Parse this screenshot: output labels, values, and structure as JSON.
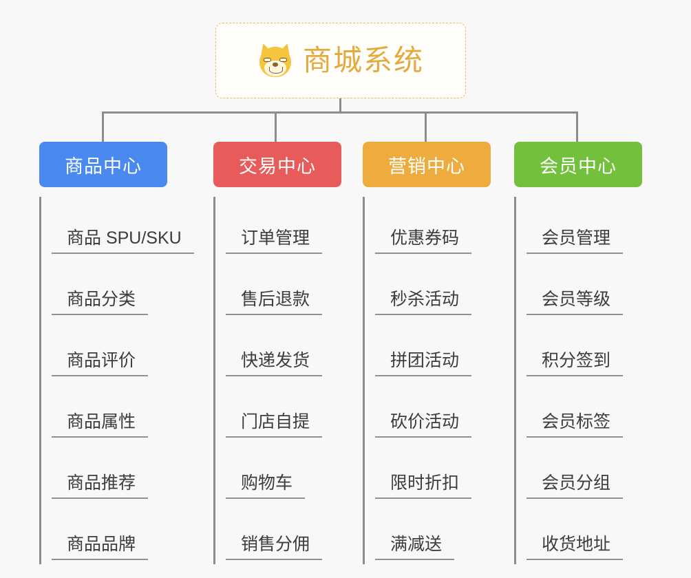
{
  "canvas": {
    "background_color": "#f8f8f8",
    "line_color": "#8c8c8c"
  },
  "root": {
    "title": "商城系统",
    "icon": "dog-face-emoji",
    "title_color": "#e3aa3f",
    "border_color": "#e8b964",
    "background_color": "#fffefb"
  },
  "branches": [
    {
      "label": "商品中心",
      "color": "#4a8af0",
      "items": [
        "商品 SPU/SKU",
        "商品分类",
        "商品评价",
        "商品属性",
        "商品推荐",
        "商品品牌"
      ]
    },
    {
      "label": "交易中心",
      "color": "#e75c5a",
      "items": [
        "订单管理",
        "售后退款",
        "快递发货",
        "门店自提",
        "购物车",
        "销售分佣"
      ]
    },
    {
      "label": "营销中心",
      "color": "#eeac3e",
      "items": [
        "优惠券码",
        "秒杀活动",
        "拼团活动",
        "砍价活动",
        "限时折扣",
        "满减送"
      ]
    },
    {
      "label": "会员中心",
      "color": "#72c03c",
      "items": [
        "会员管理",
        "会员等级",
        "积分签到",
        "会员标签",
        "会员分组",
        "收货地址"
      ]
    }
  ]
}
